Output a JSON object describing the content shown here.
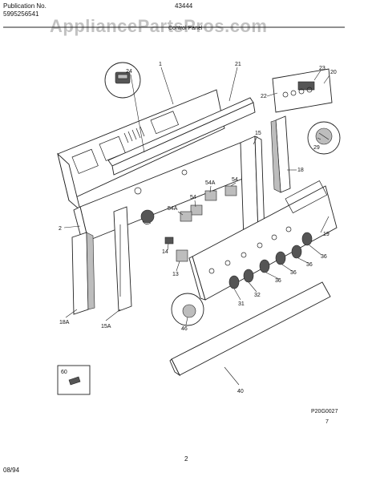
{
  "header": {
    "publication_label": "Publication No.",
    "publication_number": "5995256541",
    "model_number": "43444",
    "section_title": "Control Panel"
  },
  "watermark": "AppliancePartsPros.com",
  "drawing_code": "P20G0027",
  "footer": {
    "date": "08/94",
    "page": "2"
  },
  "callouts": {
    "c24": "24",
    "c1": "1",
    "c21": "21",
    "c23": "23",
    "c20": "20",
    "c22": "22",
    "c29": "29",
    "c15": "15",
    "c18": "18",
    "c54A_a": "54A",
    "c54_a": "54",
    "c54_b": "54",
    "c54A_b": "54A",
    "c2": "2",
    "c19": "19",
    "c14": "14",
    "c36_a": "36",
    "c36_b": "36",
    "c36_c": "36",
    "c36_d": "36",
    "c13": "13",
    "c46": "46",
    "c31": "31",
    "c32": "32",
    "c18A": "18A",
    "c15A": "15A",
    "c60": "60",
    "c40": "40",
    "c7": "7"
  }
}
